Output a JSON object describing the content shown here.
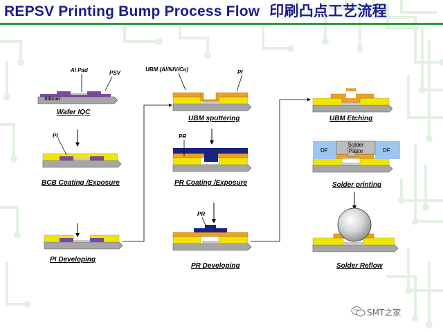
{
  "title": {
    "en": "REPSV Printing Bump Process Flow",
    "zh": "印刷凸点工艺流程"
  },
  "steps": [
    {
      "id": "wafer-iqc",
      "caption": "Wafer IQC"
    },
    {
      "id": "bcb-coating",
      "caption": "BCB Coating /Exposure"
    },
    {
      "id": "pi-developing",
      "caption": "PI Developing"
    },
    {
      "id": "ubm-sputtering",
      "caption": "UBM sputtering"
    },
    {
      "id": "pr-coating",
      "caption": "PR Coating /Exposure"
    },
    {
      "id": "pr-developing",
      "caption": "PR Developing"
    },
    {
      "id": "ubm-etching",
      "caption": "UBM Etching"
    },
    {
      "id": "solder-printing",
      "caption": "Solder printing"
    },
    {
      "id": "solder-reflow",
      "caption": "Solder Reflow"
    }
  ],
  "labels": {
    "al_pad": "Al Pad",
    "psv": "PSV",
    "silicon": "Silicon",
    "ubm": "UBM (Al/NiV/Cu)",
    "pi": "PI",
    "pr": "PR",
    "df": "DF",
    "solder_paste_line1": "Solder",
    "solder_paste_line2": "Paste"
  },
  "watermark": "SMT之家",
  "colors": {
    "title": "#1c1c8c",
    "accent_green": "#2a9a3a",
    "circuit": "#e6f2e6",
    "silicon": "#a6a6a6",
    "psv": "#7a4a9a",
    "pi": "#f2e600",
    "ubm": "#f0a020",
    "pr": "#1a237e",
    "df": "#9dc6f0",
    "solder_paste": "#bdbdbd"
  }
}
